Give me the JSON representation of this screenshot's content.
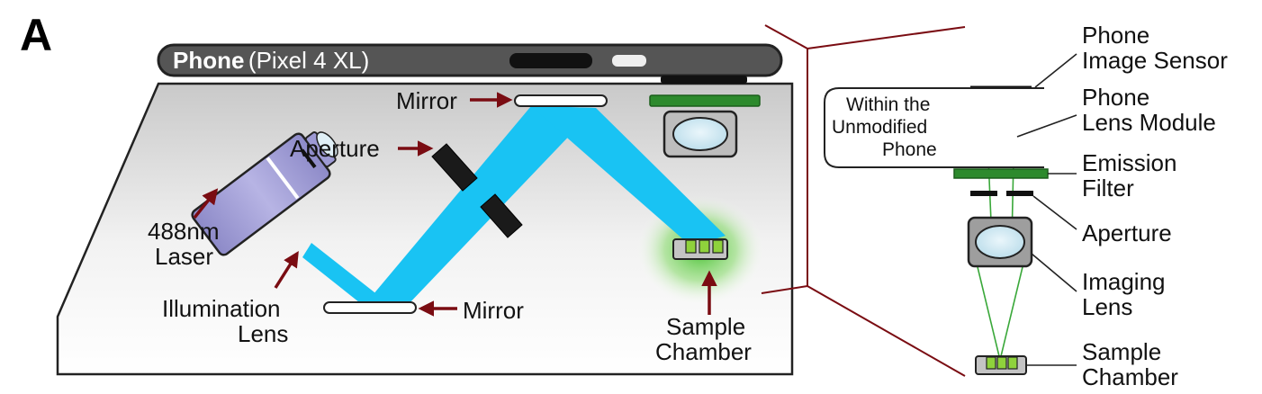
{
  "panel_letter": "A",
  "phone": {
    "name": "Phone",
    "model": "(Pixel 4 XL)"
  },
  "labels": {
    "mirror_top": "Mirror",
    "aperture": "Aperture",
    "laser_line1": "488nm",
    "laser_line2": "Laser",
    "illum_line1": "Illumination",
    "illum_line2": "Lens",
    "mirror_bottom": "Mirror",
    "sample_line1": "Sample",
    "sample_line2": "Chamber"
  },
  "right_labels": {
    "sensor_line1": "Phone",
    "sensor_line2": "Image Sensor",
    "lensmod_line1": "Phone",
    "lensmod_line2": "Lens Module",
    "emission_line1": "Emission",
    "emission_line2": "Filter",
    "aperture": "Aperture",
    "imaging_line1": "Imaging",
    "imaging_line2": "Lens",
    "sample_line1": "Sample",
    "sample_line2": "Chamber"
  },
  "callout": {
    "line1": "Within the",
    "line2": "Unmodified",
    "line3": "Phone"
  },
  "colors": {
    "laser_beam": "#19c3f3",
    "pointer_arrow": "#7a0c12",
    "filter_green": "#2d8a2d",
    "fluorescence_green": "#4cbf3a",
    "phone_body": "#555555",
    "laser_body": "#9d9ad4"
  }
}
